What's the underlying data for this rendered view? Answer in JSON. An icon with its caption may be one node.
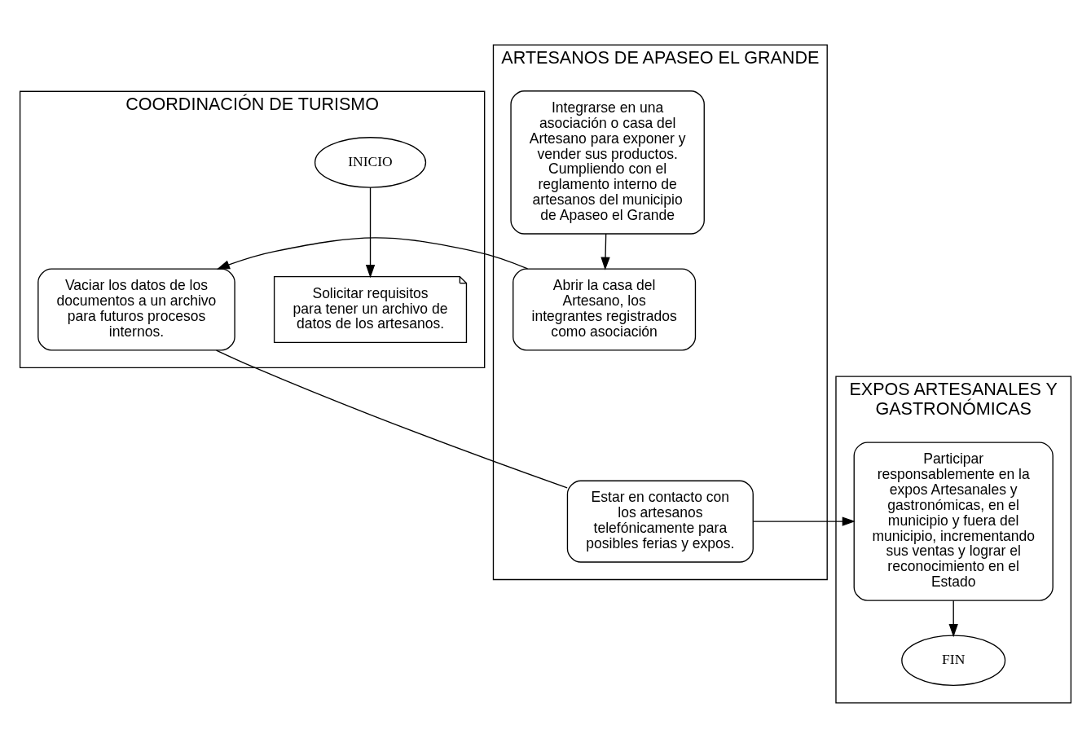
{
  "diagram": {
    "nodes": [
      {
        "text": [
          "COORDINACIÓN DE TURISMO"
        ]
      },
      {
        "text": [
          "INICIO"
        ],
        "in": 0
      },
      {
        "text": [
          "Solicitar requisitos para tener un archivo de datos de los artesanos."
        ],
        "in": 0
      },
      {
        "text": [
          "Vaciar los datos de los documentos a un archivo para futuros procesos internos."
        ],
        "in": 0
      },
      {
        "text": [
          "ARTESANOS DE APASEO EL GRANDE"
        ]
      },
      {
        "text": [
          "Integrarse en una asociación o casa del Artesano para exponer y vender sus productos. Cumpliendo con el reglamento interno de artesanos del municipio de Apaseo el Grande"
        ],
        "in": 4
      },
      {
        "text": [
          "Abrir la casa del Artesano, los integrantes registrados como asociación"
        ],
        "in": 4
      },
      {
        "text": [
          "Estar en contacto con los artesanos telefónicamente para posibles ferias y expos."
        ],
        "in": 4
      },
      {
        "text": [
          "EXPOS ARTESANALES Y GASTRONÓMICAS"
        ]
      },
      {
        "text": [
          "Participar responsablemente en la expos Artesanales y gastronómicas, en el municipio y fuera del municipio, incrementando sus ventas y lograr el reconocimiento en el Estado"
        ],
        "in": 8
      },
      {
        "text": [
          "FIN"
        ],
        "in": 8
      }
    ],
    "edges": [
      {
        "from": 1,
        "to": 2,
        "arrow": "to"
      },
      {
        "from": 5,
        "to": 6,
        "arrow": "to"
      },
      {
        "from": 6,
        "to": 3,
        "arrow": "to"
      },
      {
        "from": 3,
        "to": 7,
        "arrow": "none"
      },
      {
        "from": 7,
        "to": 9,
        "arrow": "to"
      },
      {
        "from": 9,
        "to": 10,
        "arrow": "to"
      }
    ]
  }
}
